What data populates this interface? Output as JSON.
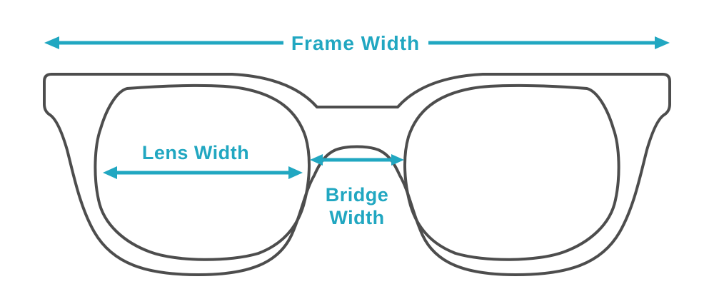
{
  "diagram": {
    "labels": {
      "frame_width": "Frame Width",
      "lens_width": "Lens Width",
      "bridge_width_line1": "Bridge",
      "bridge_width_line2": "Width"
    },
    "colors": {
      "accent": "#21A7C1",
      "outline": "#4D4D4D",
      "background": "#FFFFFF"
    }
  }
}
